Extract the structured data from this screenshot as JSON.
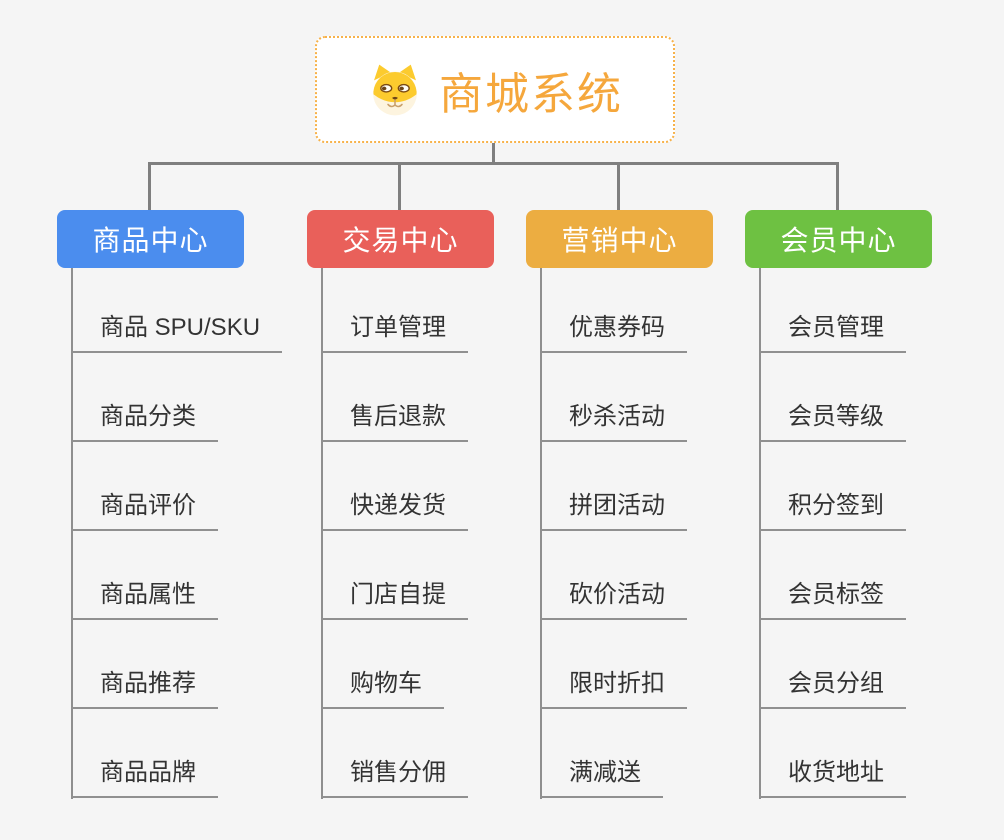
{
  "canvas": {
    "background": "#f5f5f5",
    "connector_color": "#7f7f7f",
    "child_line_color": "#909090",
    "child_text_color": "#333333"
  },
  "root": {
    "title": "商城系统",
    "icon": "shiba-dog-icon",
    "text_color": "#f5a73c",
    "border_color": "#f7b24a"
  },
  "branches": [
    {
      "label": "商品中心",
      "color": "#4b8dee",
      "children": [
        "商品 SPU/SKU",
        "商品分类",
        "商品评价",
        "商品属性",
        "商品推荐",
        "商品品牌"
      ]
    },
    {
      "label": "交易中心",
      "color": "#e9605a",
      "children": [
        "订单管理",
        "售后退款",
        "快递发货",
        "门店自提",
        "购物车",
        "销售分佣"
      ]
    },
    {
      "label": "营销中心",
      "color": "#ecad41",
      "children": [
        "优惠券码",
        "秒杀活动",
        "拼团活动",
        "砍价活动",
        "限时折扣",
        "满减送"
      ]
    },
    {
      "label": "会员中心",
      "color": "#6ec142",
      "children": [
        "会员管理",
        "会员等级",
        "积分签到",
        "会员标签",
        "会员分组",
        "收货地址"
      ]
    }
  ]
}
